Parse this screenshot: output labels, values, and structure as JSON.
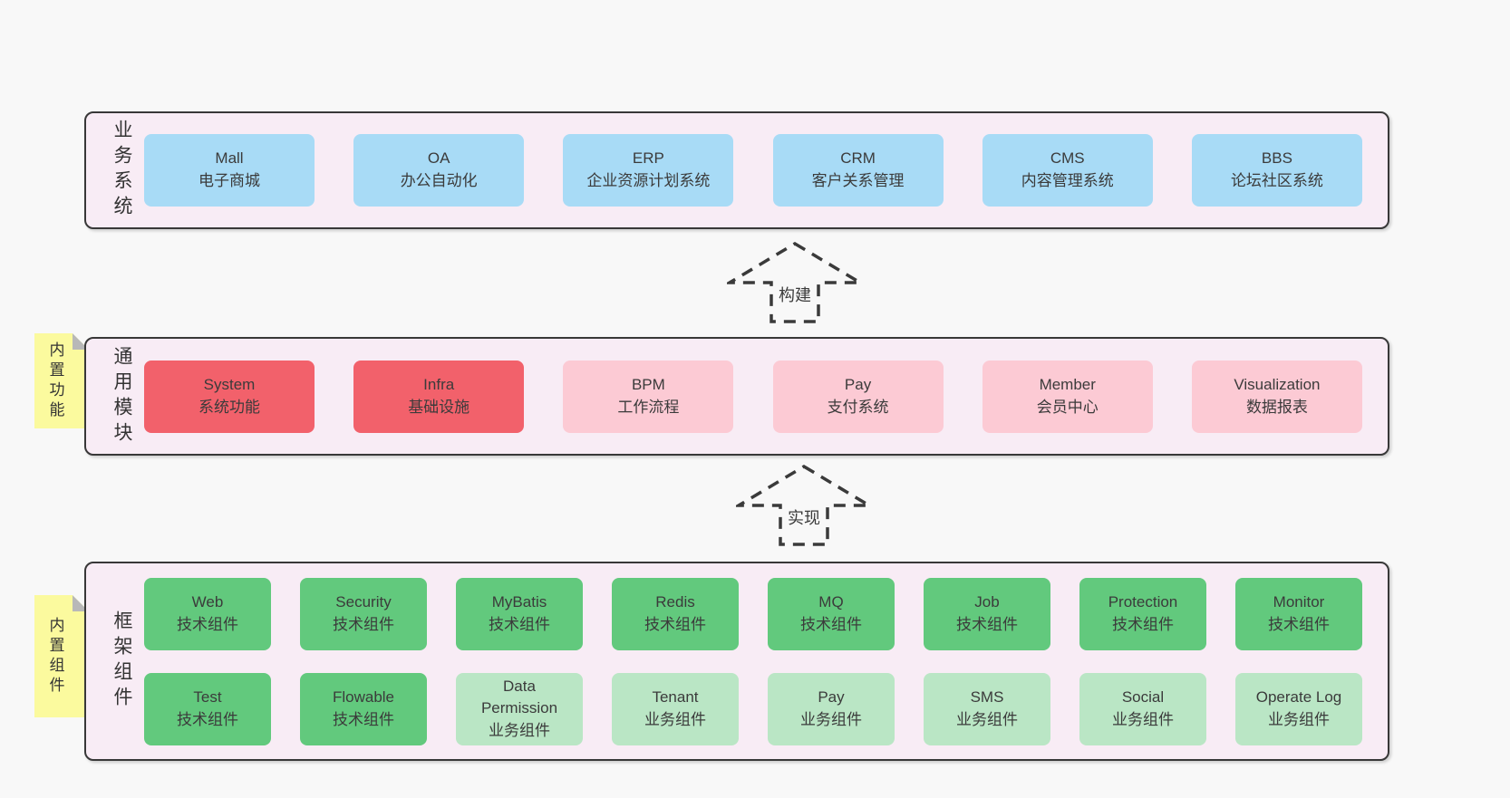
{
  "colors": {
    "page_bg": "#f8f8f8",
    "panel_bg": "#f8ecf5",
    "border": "#383838",
    "blue": "#a8dbf6",
    "red": "#f2616b",
    "pink": "#fccad4",
    "green": "#62c97d",
    "green_light": "#bae6c5",
    "note_yellow": "#fbfa9e",
    "fold_gray": "#b8b8b8"
  },
  "arrows": {
    "build": {
      "label": "构建"
    },
    "implement": {
      "label": "实现"
    }
  },
  "sections": {
    "business": {
      "label": "业务系统",
      "boxes": [
        {
          "en": "Mall",
          "zh": "电子商城",
          "variant": "blue"
        },
        {
          "en": "OA",
          "zh": "办公自动化",
          "variant": "blue"
        },
        {
          "en": "ERP",
          "zh": "企业资源计划系统",
          "variant": "blue"
        },
        {
          "en": "CRM",
          "zh": "客户关系管理",
          "variant": "blue"
        },
        {
          "en": "CMS",
          "zh": "内容管理系统",
          "variant": "blue"
        },
        {
          "en": "BBS",
          "zh": "论坛社区系统",
          "variant": "blue"
        }
      ]
    },
    "modules": {
      "label": "通用模块",
      "note": "内置功能",
      "boxes": [
        {
          "en": "System",
          "zh": "系统功能",
          "variant": "red"
        },
        {
          "en": "Infra",
          "zh": "基础设施",
          "variant": "red"
        },
        {
          "en": "BPM",
          "zh": "工作流程",
          "variant": "pink"
        },
        {
          "en": "Pay",
          "zh": "支付系统",
          "variant": "pink"
        },
        {
          "en": "Member",
          "zh": "会员中心",
          "variant": "pink"
        },
        {
          "en": "Visualization",
          "zh": "数据报表",
          "variant": "pink"
        }
      ]
    },
    "framework": {
      "label": "框架组件",
      "note": "内置组件",
      "row1": [
        {
          "en": "Web",
          "zh": "技术组件",
          "variant": "green"
        },
        {
          "en": "Security",
          "zh": "技术组件",
          "variant": "green"
        },
        {
          "en": "MyBatis",
          "zh": "技术组件",
          "variant": "green"
        },
        {
          "en": "Redis",
          "zh": "技术组件",
          "variant": "green"
        },
        {
          "en": "MQ",
          "zh": "技术组件",
          "variant": "green"
        },
        {
          "en": "Job",
          "zh": "技术组件",
          "variant": "green"
        },
        {
          "en": "Protection",
          "zh": "技术组件",
          "variant": "green"
        },
        {
          "en": "Monitor",
          "zh": "技术组件",
          "variant": "green"
        }
      ],
      "row2": [
        {
          "en": "Test",
          "zh": "技术组件",
          "variant": "green"
        },
        {
          "en": "Flowable",
          "zh": "技术组件",
          "variant": "green"
        },
        {
          "en": "Data\nPermission",
          "zh": "业务组件",
          "variant": "green_light"
        },
        {
          "en": "Tenant",
          "zh": "业务组件",
          "variant": "green_light"
        },
        {
          "en": "Pay",
          "zh": "业务组件",
          "variant": "green_light"
        },
        {
          "en": "SMS",
          "zh": "业务组件",
          "variant": "green_light"
        },
        {
          "en": "Social",
          "zh": "业务组件",
          "variant": "green_light"
        },
        {
          "en": "Operate Log",
          "zh": "业务组件",
          "variant": "green_light"
        }
      ]
    }
  }
}
